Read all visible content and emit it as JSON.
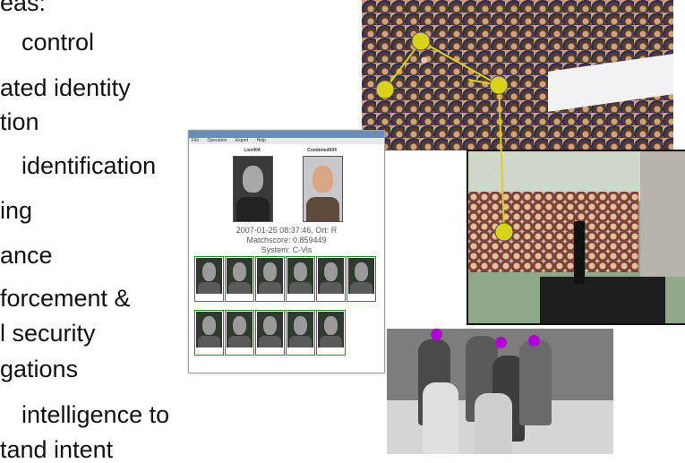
{
  "slide": {
    "bullets": [
      "eas:",
      "control",
      "ated identity",
      "tion",
      "identification",
      "ing",
      "ance",
      "forcement &",
      "l security",
      "gations",
      "intelligence to",
      "tand intent"
    ]
  },
  "app_window": {
    "menu": [
      "File",
      "Operation",
      "Export",
      "Help"
    ],
    "probe_label": "Live004",
    "gallery_label": "Combined004",
    "match_datetime": "2007-01-25 08:37:46, Ort: R",
    "match_score": "Matchscore: 0.859449",
    "match_system": "System: C-Vis"
  },
  "colors": {
    "track_marker": "#d8d21a",
    "face_marker": "#b000d8",
    "thumb_border": "#2b8a2b"
  },
  "icons": [
    "tracking-marker-icon",
    "face-detection-marker-icon"
  ]
}
